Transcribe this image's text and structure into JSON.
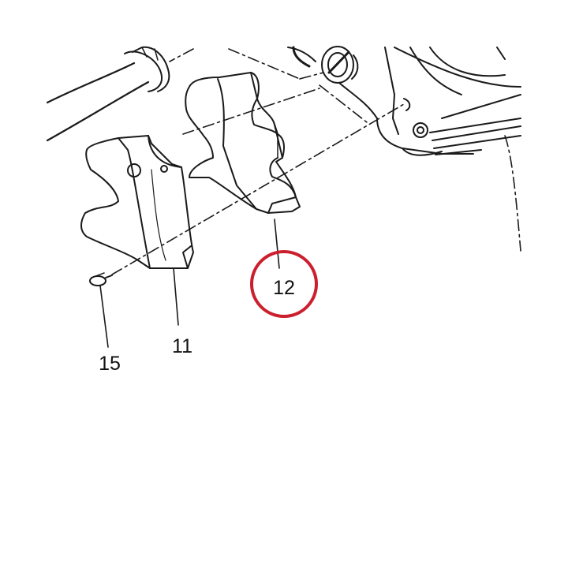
{
  "diagram": {
    "callouts": [
      {
        "id": "part-15",
        "number": "15"
      },
      {
        "id": "part-11",
        "number": "11"
      },
      {
        "id": "part-12",
        "number": "12",
        "highlighted": true
      }
    ],
    "colors": {
      "line": "#1a1a1a",
      "highlight": "#cc1f2e",
      "background": "#ffffff"
    },
    "icons": [
      "hose",
      "block-insert",
      "bracket-plate",
      "screw",
      "housing"
    ]
  }
}
